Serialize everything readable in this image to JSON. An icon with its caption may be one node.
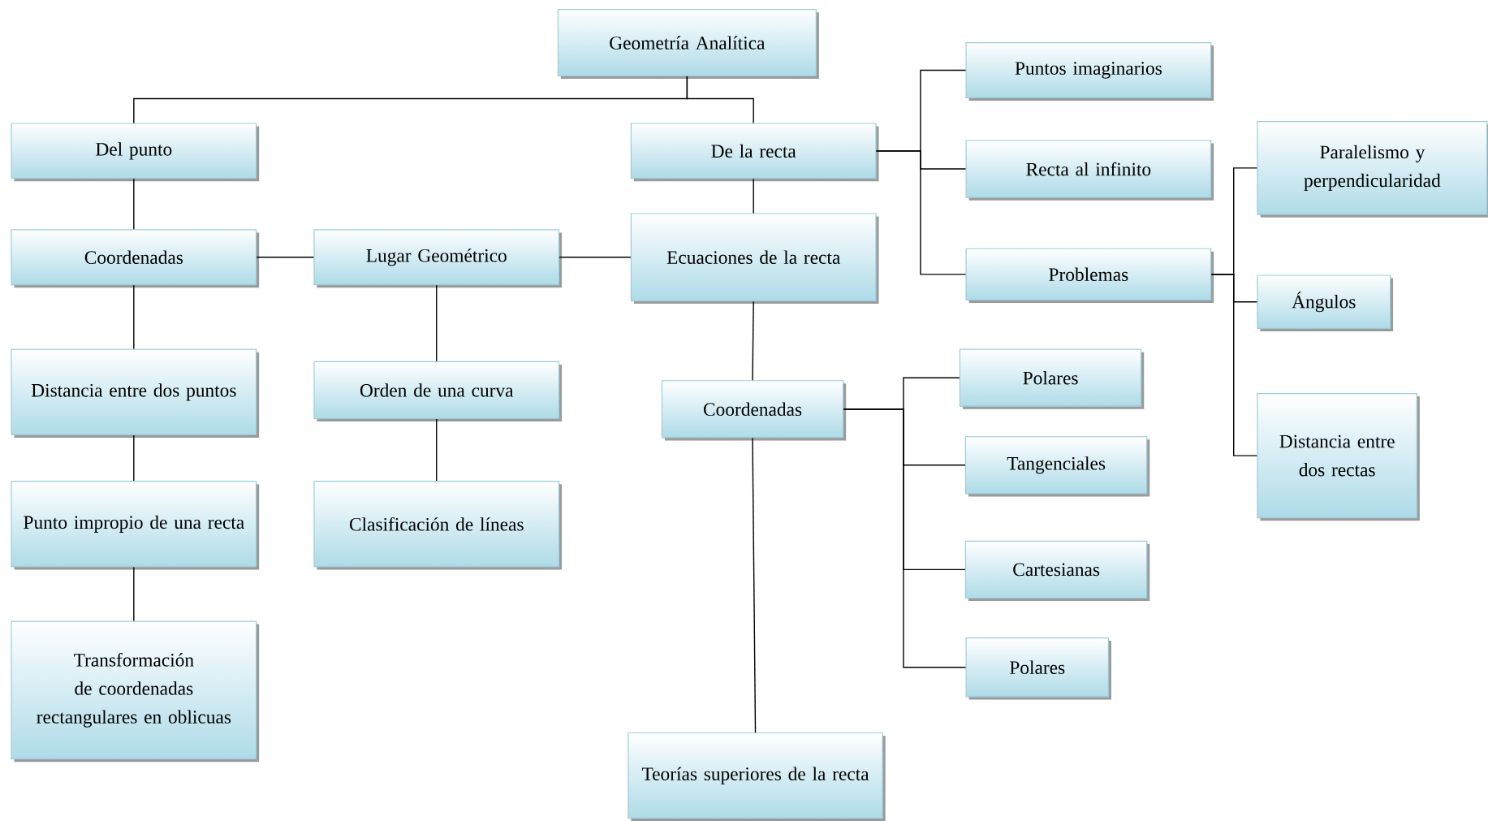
{
  "diagram": {
    "nodes": [
      {
        "text": [
          "Geometría Analítica"
        ]
      },
      {
        "text": [
          "Del punto"
        ]
      },
      {
        "text": [
          "De la recta"
        ]
      },
      {
        "text": [
          "Puntos imaginarios"
        ]
      },
      {
        "text": [
          "Recta al infinito"
        ]
      },
      {
        "text": [
          "Paralelismo y perpendicularidad"
        ]
      },
      {
        "text": [
          "Coordenadas"
        ]
      },
      {
        "text": [
          "Lugar Geométrico"
        ]
      },
      {
        "text": [
          "Ecuaciones de la recta"
        ]
      },
      {
        "text": [
          "Problemas"
        ]
      },
      {
        "text": [
          "Ángulos"
        ]
      },
      {
        "text": [
          "Distancia entre dos puntos"
        ]
      },
      {
        "text": [
          "Orden de una curva"
        ]
      },
      {
        "text": [
          "Coordenadas"
        ]
      },
      {
        "text": [
          "Polares"
        ]
      },
      {
        "text": [
          "Tangenciales"
        ]
      },
      {
        "text": [
          "Distancia entre dos rectas"
        ]
      },
      {
        "text": [
          "Punto impropio de una recta"
        ]
      },
      {
        "text": [
          "Clasificación de líneas"
        ]
      },
      {
        "text": [
          "Cartesianas"
        ]
      },
      {
        "text": [
          "Polares"
        ]
      },
      {
        "text": [
          "Transformación de coordenadas rectangulares en oblicuas"
        ]
      },
      {
        "text": [
          "Teorías superiores de la recta"
        ]
      }
    ],
    "edges": [
      {
        "from": 0,
        "to": 1,
        "arrow": "none"
      },
      {
        "from": 0,
        "to": 2,
        "arrow": "none"
      },
      {
        "from": 1,
        "to": 6,
        "arrow": "none"
      },
      {
        "from": 6,
        "to": 7,
        "arrow": "none"
      },
      {
        "from": 7,
        "to": 8,
        "arrow": "none"
      },
      {
        "from": 2,
        "to": 8,
        "arrow": "none"
      },
      {
        "from": 2,
        "to": 3,
        "arrow": "none"
      },
      {
        "from": 2,
        "to": 4,
        "arrow": "none"
      },
      {
        "from": 2,
        "to": 9,
        "arrow": "none"
      },
      {
        "from": 9,
        "to": 5,
        "arrow": "none"
      },
      {
        "from": 9,
        "to": 10,
        "arrow": "none"
      },
      {
        "from": 9,
        "to": 16,
        "arrow": "none"
      },
      {
        "from": 6,
        "to": 11,
        "arrow": "none"
      },
      {
        "from": 11,
        "to": 17,
        "arrow": "none"
      },
      {
        "from": 17,
        "to": 21,
        "arrow": "none"
      },
      {
        "from": 7,
        "to": 12,
        "arrow": "none"
      },
      {
        "from": 12,
        "to": 18,
        "arrow": "none"
      },
      {
        "from": 8,
        "to": 13,
        "arrow": "none"
      },
      {
        "from": 13,
        "to": 22,
        "arrow": "none"
      },
      {
        "from": 13,
        "to": 14,
        "arrow": "none"
      },
      {
        "from": 13,
        "to": 15,
        "arrow": "none"
      },
      {
        "from": 13,
        "to": 19,
        "arrow": "none"
      },
      {
        "from": 13,
        "to": 20,
        "arrow": "none"
      }
    ]
  }
}
